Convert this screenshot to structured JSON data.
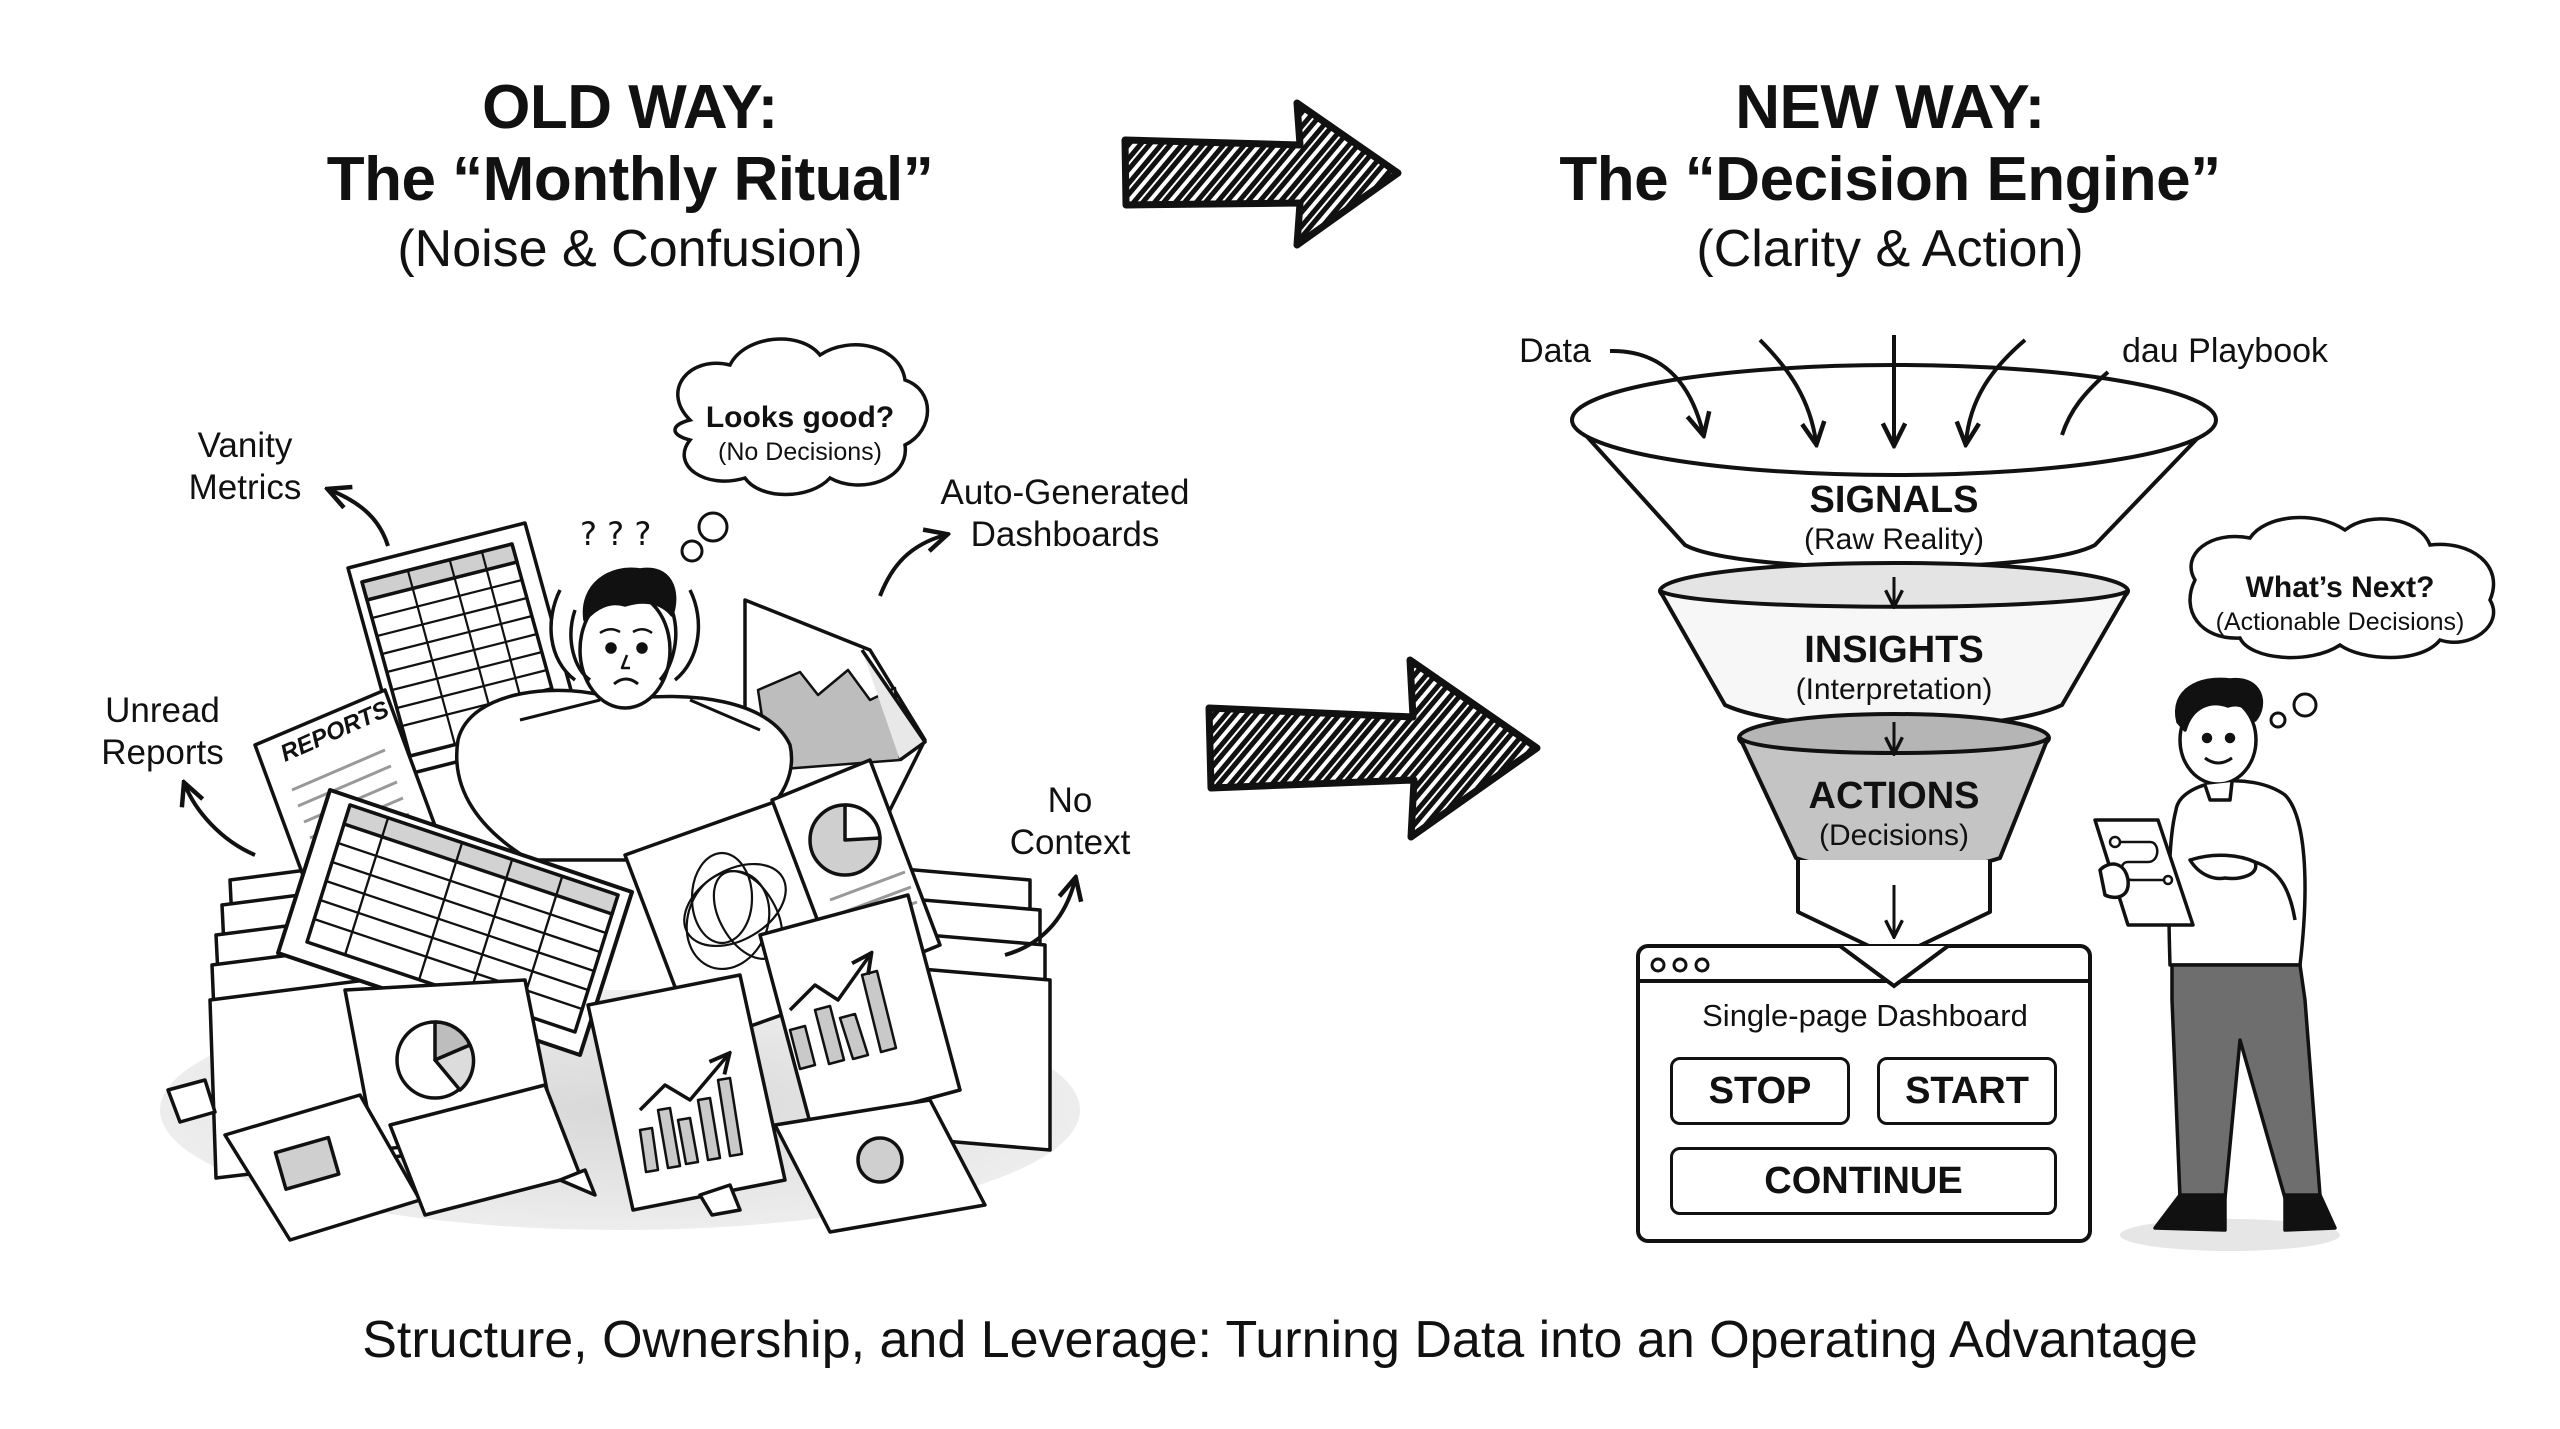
{
  "old_way": {
    "heading": "OLD WAY:",
    "title": "The “Monthly Ritual”",
    "subtitle": "(Noise & Confusion)",
    "labels": {
      "vanity_metrics": [
        "Vanity",
        "Metrics"
      ],
      "unread_reports": [
        "Unread",
        "Reports"
      ],
      "auto_dashboards": [
        "Auto-Generated",
        "Dashboards"
      ],
      "no_context": [
        "No",
        "Context"
      ]
    },
    "thought": {
      "title": "Looks good?",
      "subtitle": "(No Decisions)"
    },
    "question_marks": "? ? ?",
    "paper_stamp": "REPORTS"
  },
  "new_way": {
    "heading": "NEW WAY:",
    "title": "The “Decision Engine”",
    "subtitle": "(Clarity & Action)",
    "inputs": {
      "left": "Data",
      "right": "dau Playbook"
    },
    "funnel_stages": [
      {
        "name": "SIGNALS",
        "desc": "(Raw Reality)",
        "fill": "#ffffff"
      },
      {
        "name": "INSIGHTS",
        "desc": "(Interpretation)",
        "fill": "#f7f7f7"
      },
      {
        "name": "ACTIONS",
        "desc": "(Decisions)",
        "fill": "#c4c4c4"
      }
    ],
    "dashboard": {
      "title": "Single-page Dashboard",
      "buttons": {
        "stop": "STOP",
        "start": "START",
        "continue": "CONTINUE"
      }
    },
    "thought": {
      "title": "What’s Next?",
      "subtitle": "(Actionable Decisions)"
    }
  },
  "transition_arrows": 2,
  "footer": "Structure, Ownership, and Leverage: Turning Data into an Operating Advantage",
  "colors": {
    "ink": "#111111",
    "background": "#ffffff",
    "shade_light": "#e6e6e6",
    "shade_mid": "#c4c4c4",
    "pants": "#6e6e6e"
  }
}
